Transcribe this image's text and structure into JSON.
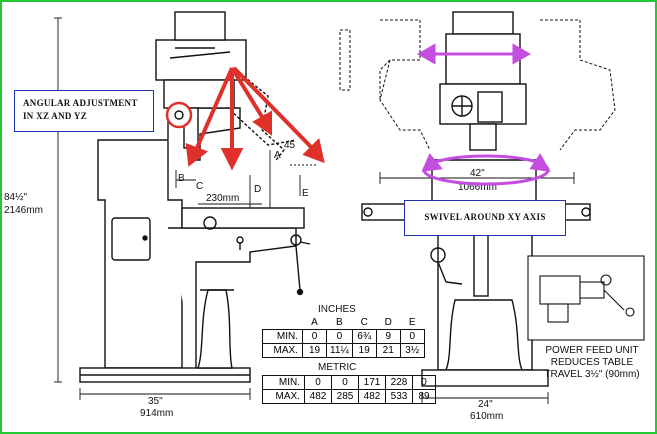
{
  "callouts": {
    "angular": "ANGULAR ADJUSTMENT IN XZ AND YZ",
    "swivel": "SWIVEL AROUND XY AXIS"
  },
  "dimensions": {
    "height_in": "84½\"",
    "height_mm": "2146mm",
    "base_width_in": "35\"",
    "base_width_mm": "914mm",
    "front_width_in": "24\"",
    "front_width_mm": "610mm",
    "table_width_in": "42\"",
    "table_width_mm": "1066mm",
    "ram_mm": "230mm",
    "angle": "45",
    "letters": [
      "A",
      "B",
      "C",
      "D",
      "E"
    ]
  },
  "inches_table": {
    "title": "INCHES",
    "headers": [
      "A",
      "B",
      "C",
      "D",
      "E"
    ],
    "rows": [
      {
        "label": "MIN.",
        "values": [
          "0",
          "0",
          "6¾",
          "9",
          "0"
        ]
      },
      {
        "label": "MAX.",
        "values": [
          "19",
          "11¼",
          "19",
          "21",
          "3½"
        ]
      }
    ]
  },
  "metric_table": {
    "title": "METRIC",
    "rows": [
      {
        "label": "MIN.",
        "values": [
          "0",
          "0",
          "171",
          "228",
          "0"
        ]
      },
      {
        "label": "MAX.",
        "values": [
          "482",
          "285",
          "482",
          "533",
          "89"
        ]
      }
    ]
  },
  "power_feed_note": [
    "POWER FEED UNIT",
    "REDUCES TABLE",
    "TRAVEL 3½\" (90mm)"
  ],
  "colors": {
    "frame": "#22c933",
    "arrow_red": "#e0302a",
    "arrow_magenta": "#c44ee0",
    "callout_border": "#2233aa"
  }
}
